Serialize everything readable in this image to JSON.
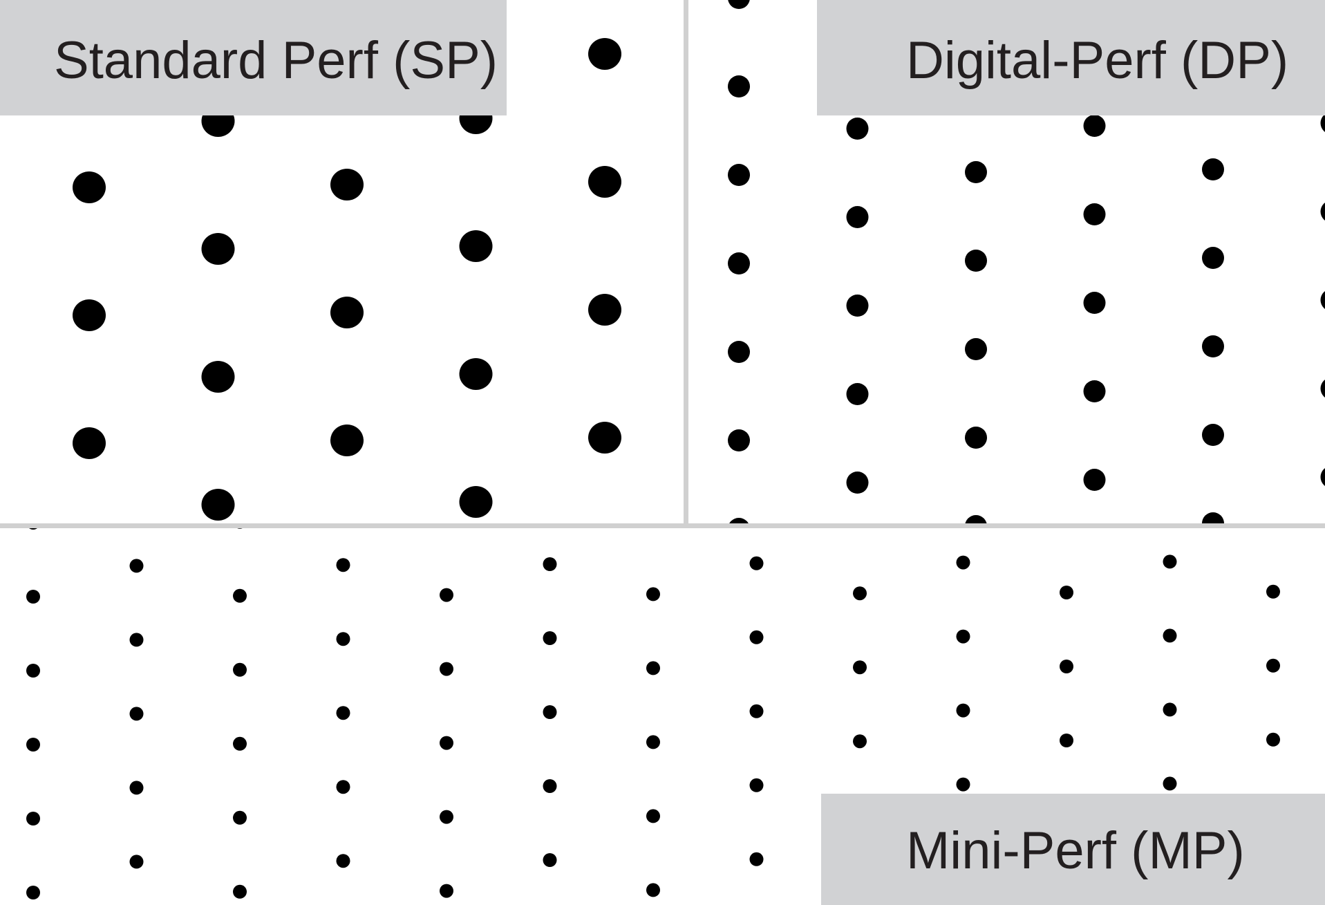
{
  "panels": {
    "standard": {
      "label": "Standard Perf (SP)"
    },
    "digital": {
      "label": "Digital-Perf (DP)"
    },
    "mini": {
      "label": "Mini-Perf (MP)"
    }
  },
  "colors": {
    "hole": "#000000",
    "label_box": "#d1d2d4",
    "label_text": "#231f20",
    "divider": "#d0d0d0",
    "background": "#ffffff"
  }
}
